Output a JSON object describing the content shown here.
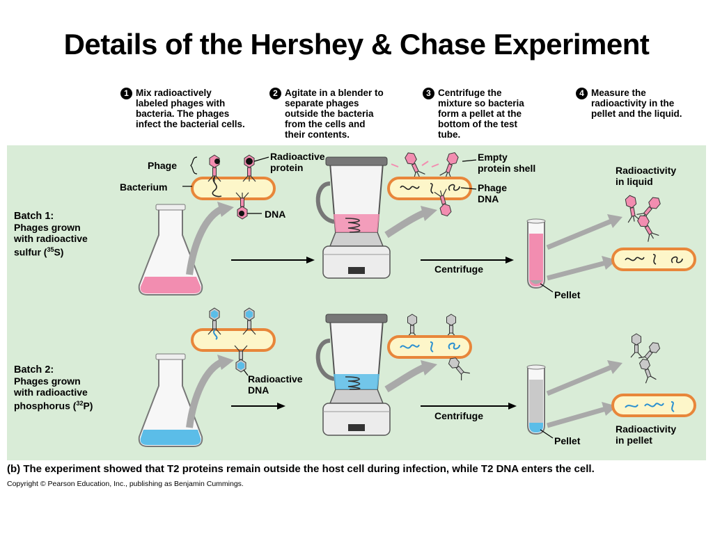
{
  "title": "Details of the Hershey & Chase Experiment",
  "steps": [
    {
      "num": "1",
      "lines": [
        "Mix radioactively",
        "labeled phages with",
        "bacteria. The phages",
        "infect the bacterial cells."
      ]
    },
    {
      "num": "2",
      "lines": [
        "Agitate in a blender to",
        "separate phages",
        "outside the bacteria",
        "from the cells and",
        "their contents."
      ]
    },
    {
      "num": "3",
      "lines": [
        "Centrifuge the",
        "mixture so bacteria",
        "form a pellet at the",
        "bottom of the test",
        "tube."
      ]
    },
    {
      "num": "4",
      "lines": [
        "Measure the",
        "radioactivity in the",
        "pellet and the liquid."
      ]
    }
  ],
  "labels": {
    "phage": "Phage",
    "bacterium": "Bacterium",
    "radioactive_protein": [
      "Radioactive",
      "protein"
    ],
    "dna": "DNA",
    "empty_shell": [
      "Empty",
      "protein shell"
    ],
    "phage_dna": [
      "Phage",
      "DNA"
    ],
    "radioactivity_liquid": [
      "Radioactivity",
      "in liquid"
    ],
    "centrifuge_1": "Centrifuge",
    "pellet_1": "Pellet",
    "radioactive_dna": [
      "Radioactive",
      "DNA"
    ],
    "centrifuge_2": "Centrifuge",
    "pellet_2": "Pellet",
    "radioactivity_pellet": [
      "Radioactivity",
      "in pellet"
    ]
  },
  "batch1": {
    "title": "Batch 1:",
    "lines": [
      "Phages grown",
      "with radioactive"
    ],
    "isotope_pre": "sulfur (",
    "isotope_sup": "35",
    "isotope_post": "S)"
  },
  "batch2": {
    "title": "Batch 2:",
    "lines": [
      "Phages grown",
      "with radioactive"
    ],
    "isotope_pre": "phosphorus (",
    "isotope_sup": "32",
    "isotope_post": "P)"
  },
  "caption": "(b) The experiment showed that T2 proteins remain outside the host cell during infection, while T2 DNA enters the cell.",
  "copyright": "Copyright © Pearson Education, Inc., publishing as Benjamin Cummings.",
  "colors": {
    "panel": "#d9ecd7",
    "sulfur_pink": "#f28db0",
    "phosphorus_blue": "#5bbde8",
    "bacterium_fill": "#fdf6c9",
    "bacterium_border": "#e8863a",
    "arrow_gray": "#a9a9a9"
  }
}
